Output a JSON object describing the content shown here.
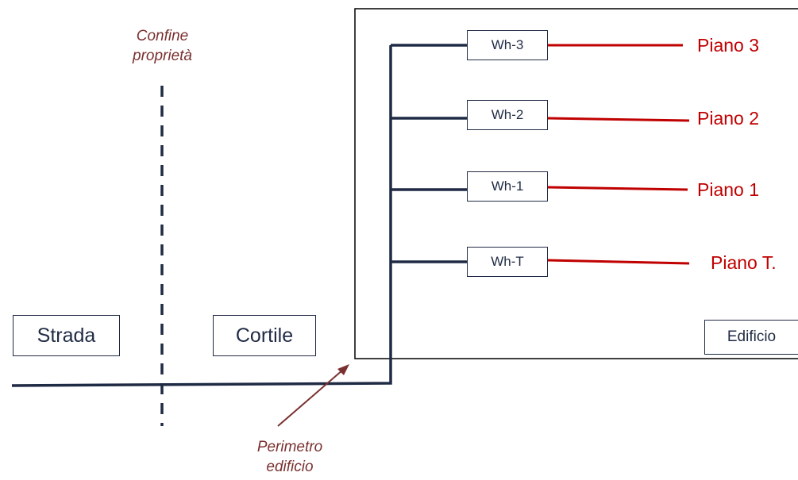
{
  "property_boundary": {
    "line1": "Confine",
    "line2": "proprietà"
  },
  "building_perimeter": {
    "line1": "Perimetro",
    "line2": "edificio"
  },
  "areas": {
    "street": "Strada",
    "courtyard": "Cortile",
    "building": "Edificio"
  },
  "meters": [
    {
      "label": "Wh-3",
      "floor": "Piano 3"
    },
    {
      "label": "Wh-2",
      "floor": "Piano 2"
    },
    {
      "label": "Wh-1",
      "floor": "Piano 1"
    },
    {
      "label": "Wh-T",
      "floor": "Piano T."
    }
  ],
  "colors": {
    "supply_line": "#1f2a44",
    "floor_line": "#c00000",
    "annotation": "#7a3030",
    "building_border": "#000000"
  }
}
